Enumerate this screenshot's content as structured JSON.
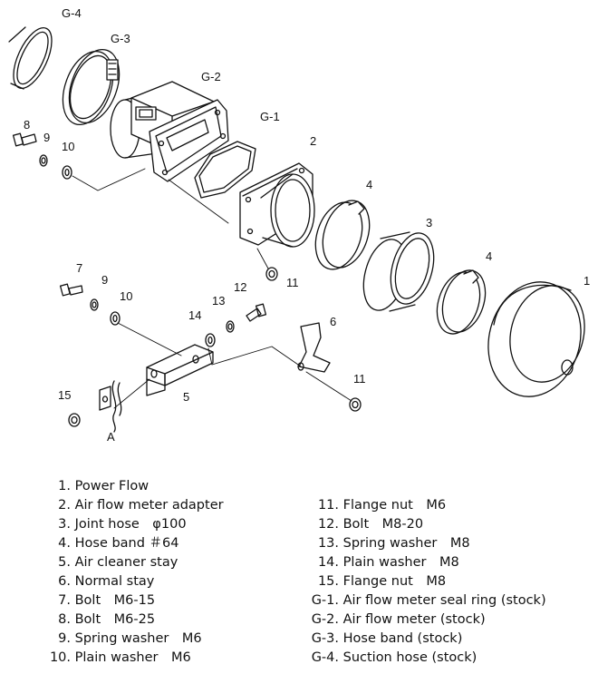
{
  "callouts": {
    "g4": "G-4",
    "g3": "G-3",
    "g2": "G-2",
    "g1": "G-1",
    "n1": "1",
    "n2": "2",
    "n3": "3",
    "n4a": "4",
    "n4b": "4",
    "n5": "5",
    "n6": "6",
    "n7": "7",
    "n8": "8",
    "n9a": "9",
    "n9b": "9",
    "n10a": "10",
    "n10b": "10",
    "n11a": "11",
    "n11b": "11",
    "n12": "12",
    "n13": "13",
    "n14": "14",
    "n15": "15",
    "detail": "A"
  },
  "parts_list": {
    "left": [
      {
        "num": "1.",
        "text": "Power Flow"
      },
      {
        "num": "2.",
        "text": "Air flow meter adapter"
      },
      {
        "num": "3.",
        "text": "Joint hose　φ100"
      },
      {
        "num": "4.",
        "text": "Hose band ＃64"
      },
      {
        "num": "5.",
        "text": "Air cleaner stay"
      },
      {
        "num": "6.",
        "text": "Normal stay"
      },
      {
        "num": "7.",
        "text": "Bolt　M6-15"
      },
      {
        "num": "8.",
        "text": "Bolt　M6-25"
      },
      {
        "num": "9.",
        "text": "Spring washer　M6"
      },
      {
        "num": "10.",
        "text": "Plain washer　M6"
      }
    ],
    "right": [
      {
        "num": "11.",
        "text": "Flange nut　M6"
      },
      {
        "num": "12.",
        "text": "Bolt　M8-20"
      },
      {
        "num": "13.",
        "text": "Spring washer　M8"
      },
      {
        "num": "14.",
        "text": "Plain washer　M8"
      },
      {
        "num": "15.",
        "text": "Flange nut　M8"
      },
      {
        "num": "G-1.",
        "text": "Air flow meter seal ring (stock)"
      },
      {
        "num": "G-2.",
        "text": "Air flow meter (stock)"
      },
      {
        "num": "G-3.",
        "text": "Hose band (stock)"
      },
      {
        "num": "G-4.",
        "text": "Suction hose (stock)"
      }
    ]
  }
}
